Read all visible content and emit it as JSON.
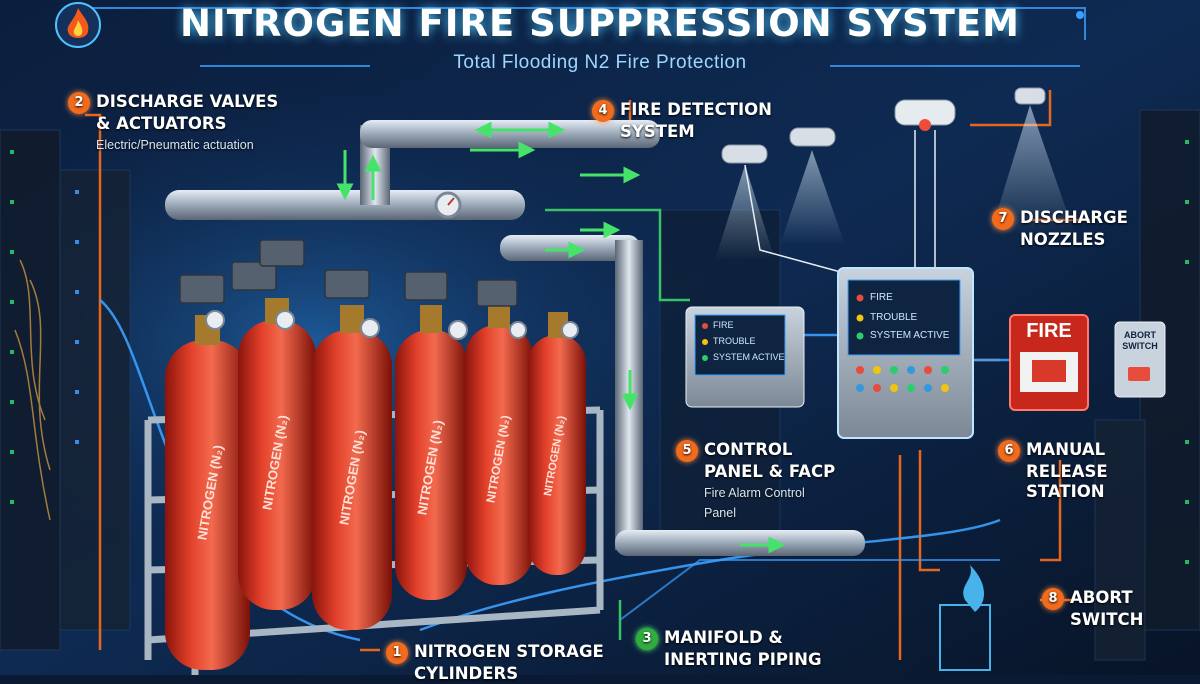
{
  "header": {
    "title": "NITROGEN FIRE SUPPRESSION SYSTEM",
    "subtitle": "Total Flooding N2 Fire Protection"
  },
  "callouts": [
    {
      "num": "2",
      "title_lines": [
        "DISCHARGE VALVES",
        "& ACTUATORS"
      ],
      "desc": "Electric/Pneumatic actuation"
    },
    {
      "num": "4",
      "title_lines": [
        "FIRE DETECTION",
        "SYSTEM"
      ]
    },
    {
      "num": "7",
      "title_lines": [
        "DISCHARGE",
        "NOZZLES"
      ]
    },
    {
      "num": "5",
      "title_lines": [
        "CONTROL",
        "PANEL & FACP"
      ],
      "desc_lines": [
        "Fire Alarm Control",
        "Panel"
      ]
    },
    {
      "num": "6",
      "title_lines": [
        "MANUAL",
        "RELEASE",
        "STATION"
      ]
    },
    {
      "num": "8",
      "title_lines": [
        "ABORT",
        "SWITCH"
      ]
    },
    {
      "num": "1",
      "title_lines": [
        "NITROGEN STORAGE",
        "CYLINDERS"
      ]
    },
    {
      "num": "3",
      "title_lines": [
        "MANIFOLD &",
        "INERTING PIPING"
      ]
    }
  ],
  "cylinder_label": "NITROGEN (N₂)",
  "small_panel": {
    "lines": [
      "FIRE",
      "TROUBLE",
      "SYSTEM ACTIVE"
    ]
  },
  "main_panel": {
    "lines": [
      "FIRE",
      "TROUBLE",
      "SYSTEM ACTIVE"
    ]
  },
  "manual_station": {
    "label": "FIRE"
  },
  "abort_box": {
    "lines": [
      "ABORT",
      "SWITCH"
    ]
  },
  "colors": {
    "background": "#0a1a33",
    "cylinder": "#d8321e",
    "accent_orange": "#f26a1b",
    "accent_green": "#2fae3f",
    "glow_blue": "#4fc3ff"
  }
}
